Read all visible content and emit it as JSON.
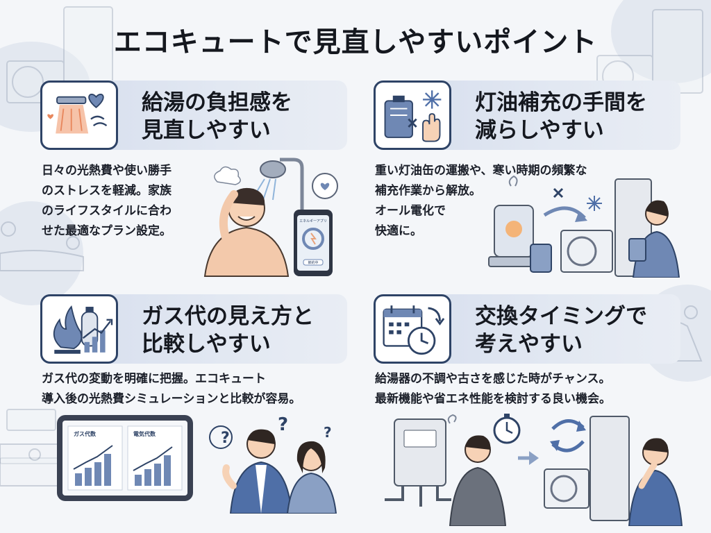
{
  "title": "エコキュートで見直しやすいポイント",
  "cards": [
    {
      "title_lines": [
        "給湯の負担感を",
        "見直しやすい"
      ],
      "desc_lines": [
        "日々の光熱費や使い勝手",
        "のストレスを軽減。家族",
        "のライフスタイルに合わ",
        "せた最適なプラン設定。"
      ],
      "icon": "shower-heart-icon"
    },
    {
      "title_lines": [
        "灯油補充の手間を",
        "減らしやすい"
      ],
      "desc_lines": [
        "重い灯油缶の運搬や、寒い時期の頻繁な",
        "補充作業から解放。",
        "オール電化で",
        "快適に。"
      ],
      "icon": "fuel-can-icon"
    },
    {
      "title_lines": [
        "ガス代の見え方と",
        "比較しやすい"
      ],
      "desc_lines": [
        "ガス代の変動を明確に把握。エコキュート",
        "導入後の光熱費シミュレーションと比較が容易。"
      ],
      "icon": "gas-flame-chart-icon"
    },
    {
      "title_lines": [
        "交換タイミングで",
        "考えやすい"
      ],
      "desc_lines": [
        "給湯器の不調や古さを感じた時がチャンス。",
        "最新機能や省エネ性能を検討する良い機会。"
      ],
      "icon": "calendar-clock-icon"
    }
  ],
  "tablet": {
    "gas_label": "ガス代数",
    "electric_label": "電気代数"
  },
  "phone": {
    "app_label": "エネルギーアプリ",
    "button_label": "節約中"
  },
  "colors": {
    "navy": "#2e4366",
    "accent_blue": "#6f88b4",
    "warm_orange": "#e8a27a",
    "header_bg": "#d5dded"
  }
}
